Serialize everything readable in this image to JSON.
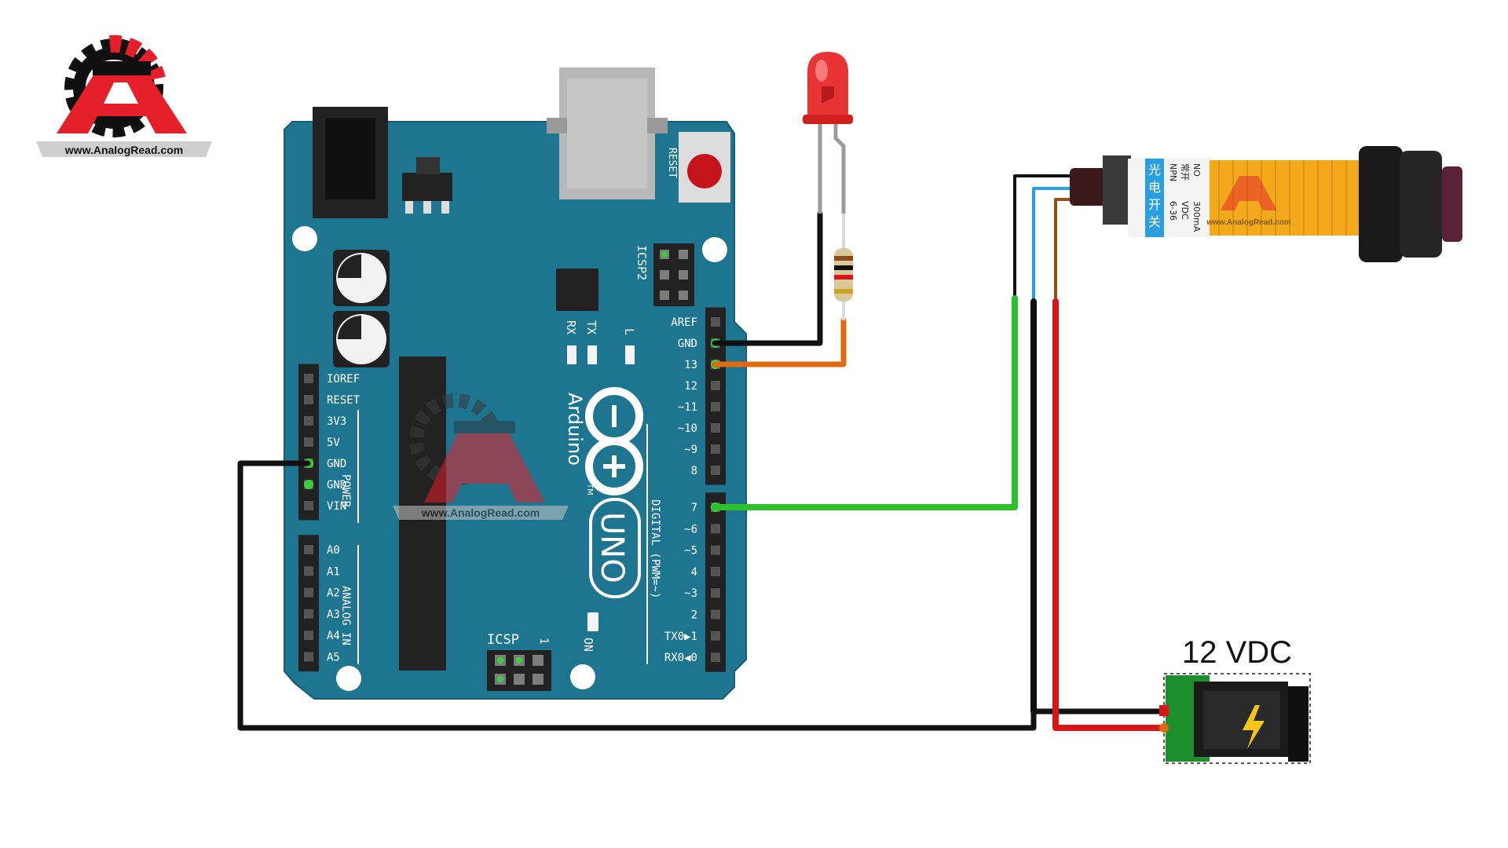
{
  "brand": {
    "website": "www.AnalogRead.com",
    "logo_letter": "A",
    "accent": "#e5202a",
    "gear_color": "#111111"
  },
  "arduino": {
    "board_color": "#1d7590",
    "brand": "Arduino",
    "trademark": "TM",
    "model": "UNO",
    "reset_label": "RESET",
    "icsp2_label": "ICSP2",
    "icsp_label": "ICSP",
    "icsp_pin1": "1",
    "on_label": "ON",
    "tx_label": "TX",
    "rx_label": "RX",
    "l_label": "L",
    "digital_label": "DIGITAL (PWM=~)",
    "power_label": "POWER",
    "analog_label": "ANALOG IN",
    "top_header_pins": [
      "AREF",
      "GND",
      "13",
      "12",
      "~11",
      "~10",
      "~9",
      "8"
    ],
    "bottom_header_pins": [
      "7",
      "~6",
      "~5",
      "4",
      "~3",
      "2",
      "TX0▶1",
      "RX0◀0"
    ],
    "power_pins": [
      "IOREF",
      "RESET",
      "3V3",
      "5V",
      "GND",
      "GND",
      "VIN"
    ],
    "analog_pins": [
      "A0",
      "A1",
      "A2",
      "A3",
      "A4",
      "A5"
    ]
  },
  "power_supply": {
    "label": "12 VDC"
  },
  "sensor": {
    "label_chars": [
      "光",
      "电",
      "开",
      "关"
    ],
    "spec_lines": [
      "NPN",
      "常开",
      "NO",
      "6-36",
      "VDC",
      "300mA"
    ]
  },
  "wires": {
    "black": "#111111",
    "orange": "#e06a12",
    "green": "#2fc12b",
    "red": "#d8151b",
    "blue": "#2a9fe0",
    "brown": "#9a4f16"
  }
}
